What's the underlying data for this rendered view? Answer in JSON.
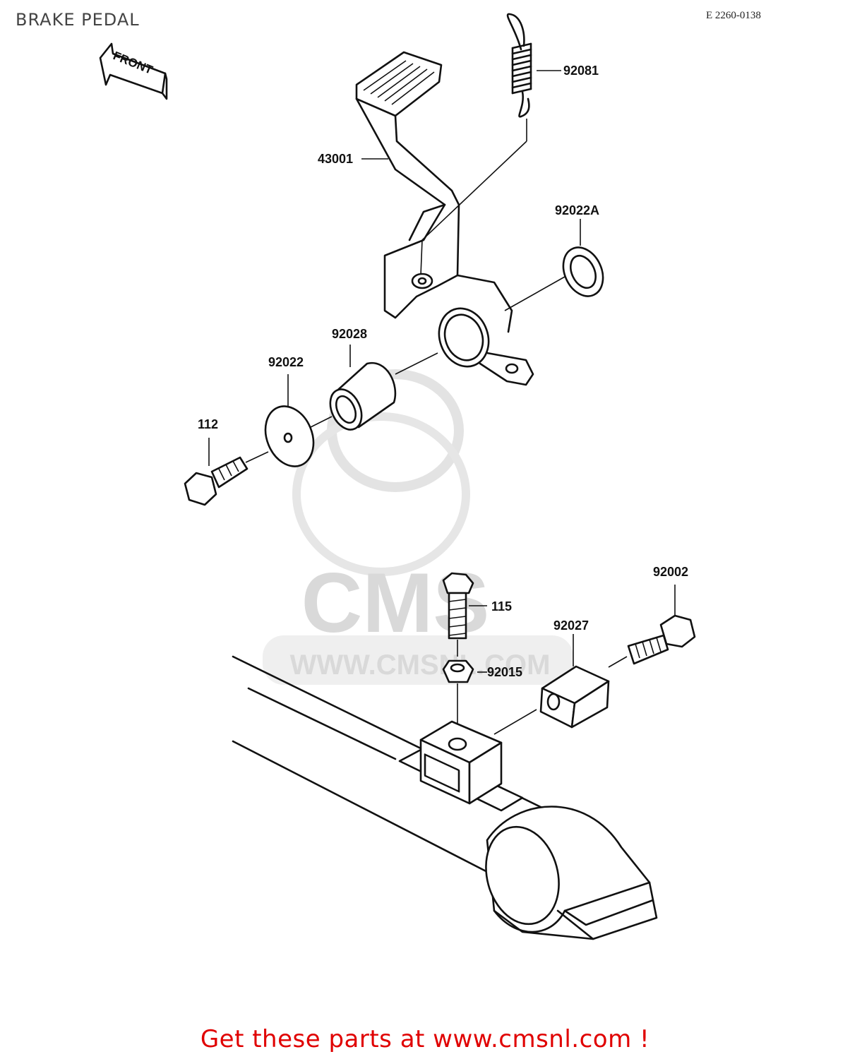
{
  "header": {
    "title": "BRAKE PEDAL",
    "ref_code": "E 2260-0138"
  },
  "front_marker": {
    "label": "FRONT",
    "icon": "front-arrow-icon"
  },
  "watermark": {
    "brand": "CMS",
    "url": "WWW.CMSNL.COM"
  },
  "part_numbers": {
    "spring": "92081",
    "pedal": "43001",
    "seal_right": "92022A",
    "sleeve": "92028",
    "washer": "92022",
    "bolt_pedal": "112",
    "bolt_bracket": "115",
    "nut": "92015",
    "bolt_stop": "92002",
    "stopper": "92027"
  },
  "footer": {
    "link_text": "Get these parts at www.cmsnl.com !",
    "link_color": "#e00000"
  }
}
